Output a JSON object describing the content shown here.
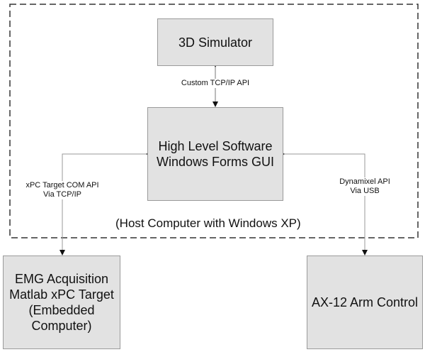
{
  "diagram": {
    "container_label": "(Host Computer with Windows XP)",
    "nodes": {
      "simulator": "3D Simulator",
      "gui": "High Level Software\nWindows Forms GUI",
      "emg": "EMG Acquisition\nMatlab xPC Target\n(Embedded\nComputer)",
      "arm": "AX-12 Arm Control"
    },
    "edges": {
      "sim_gui": "Custom TCP/IP API",
      "gui_emg": "xPC Target COM API\nVia TCP/IP",
      "gui_arm": "Dynamixel API\nVia USB"
    },
    "colors": {
      "box_fill": "#e2e2e2",
      "box_border": "#9a9a9a",
      "line": "#555555"
    }
  }
}
